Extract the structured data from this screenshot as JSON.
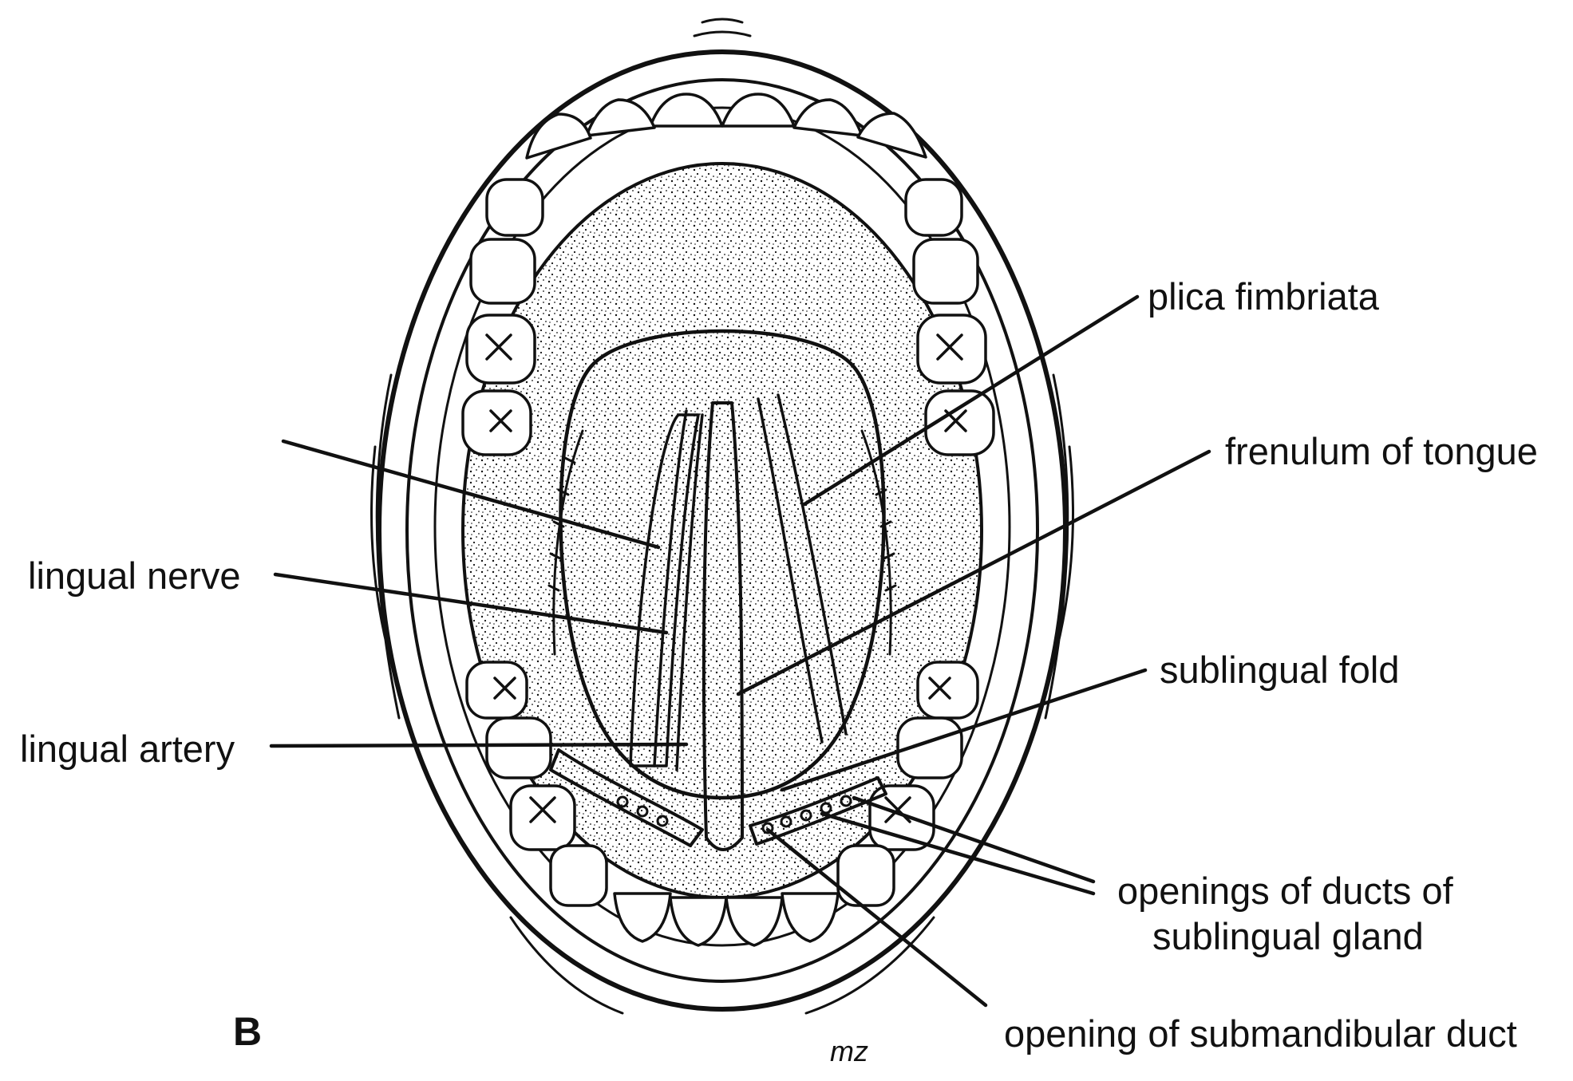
{
  "figure": {
    "panel_letter": "B",
    "signature": "mz",
    "colors": {
      "ink": "#111111",
      "background": "#ffffff"
    }
  },
  "labels": {
    "plica_fimbriata": "plica fimbriata",
    "frenulum_of_tongue": "frenulum of tongue",
    "lingual_nerve": "lingual nerve",
    "sublingual_fold": "sublingual fold",
    "lingual_artery": "lingual artery",
    "openings_ducts_line1": "openings of ducts of",
    "openings_ducts_line2": "sublingual gland",
    "opening_submandibular_duct": "opening of submandibular duct"
  }
}
